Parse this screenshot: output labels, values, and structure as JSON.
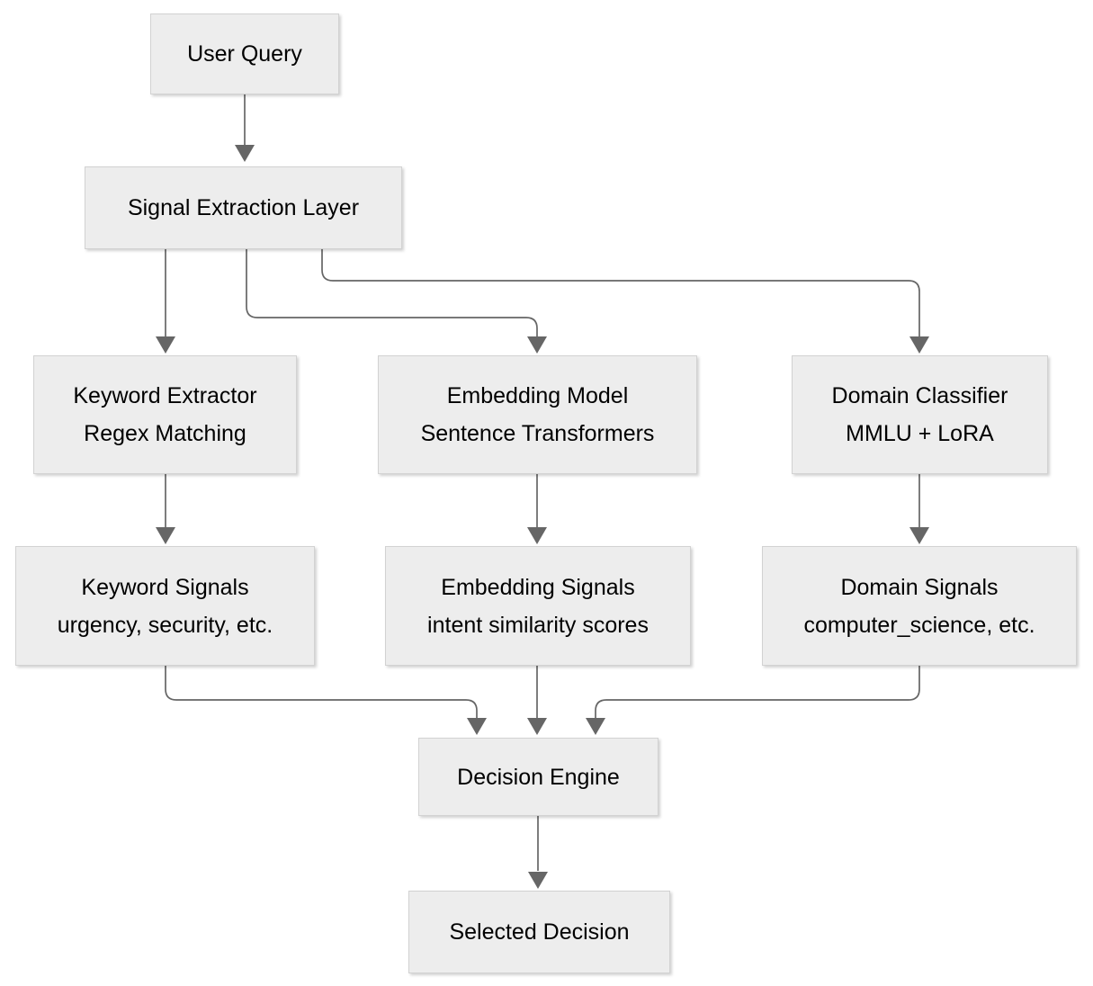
{
  "diagram": {
    "type": "flowchart",
    "colors": {
      "background": "#ffffff",
      "node_fill": "#ededed",
      "node_border": "#d2d2d2",
      "edge": "#666666",
      "text": "#000000"
    },
    "nodes": [
      {
        "id": "user-query",
        "title": "User Query",
        "subtitle": ""
      },
      {
        "id": "signal-extraction-layer",
        "title": "Signal Extraction Layer",
        "subtitle": ""
      },
      {
        "id": "keyword-extractor",
        "title": "Keyword Extractor",
        "subtitle": "Regex Matching"
      },
      {
        "id": "embedding-model",
        "title": "Embedding Model",
        "subtitle": "Sentence Transformers"
      },
      {
        "id": "domain-classifier",
        "title": "Domain Classifier",
        "subtitle": "MMLU + LoRA"
      },
      {
        "id": "keyword-signals",
        "title": "Keyword Signals",
        "subtitle": "urgency, security, etc."
      },
      {
        "id": "embedding-signals",
        "title": "Embedding Signals",
        "subtitle": "intent similarity scores"
      },
      {
        "id": "domain-signals",
        "title": "Domain Signals",
        "subtitle": "computer_science, etc."
      },
      {
        "id": "decision-engine",
        "title": "Decision Engine",
        "subtitle": ""
      },
      {
        "id": "selected-decision",
        "title": "Selected Decision",
        "subtitle": ""
      }
    ],
    "edges": [
      {
        "from": "user-query",
        "to": "signal-extraction-layer"
      },
      {
        "from": "signal-extraction-layer",
        "to": "keyword-extractor"
      },
      {
        "from": "signal-extraction-layer",
        "to": "embedding-model"
      },
      {
        "from": "signal-extraction-layer",
        "to": "domain-classifier"
      },
      {
        "from": "keyword-extractor",
        "to": "keyword-signals"
      },
      {
        "from": "embedding-model",
        "to": "embedding-signals"
      },
      {
        "from": "domain-classifier",
        "to": "domain-signals"
      },
      {
        "from": "keyword-signals",
        "to": "decision-engine"
      },
      {
        "from": "embedding-signals",
        "to": "decision-engine"
      },
      {
        "from": "domain-signals",
        "to": "decision-engine"
      },
      {
        "from": "decision-engine",
        "to": "selected-decision"
      }
    ]
  }
}
